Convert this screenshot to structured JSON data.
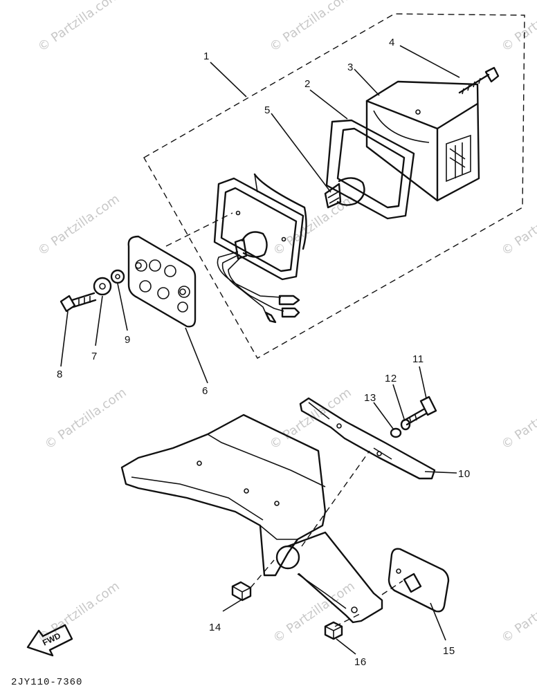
{
  "watermark": "© Partzilla.com",
  "diagram_code": "2JY110-7360",
  "fwd_label": "FWD",
  "labels": {
    "p1": "1",
    "p2": "2",
    "p3": "3",
    "p4": "4",
    "p5": "5",
    "p6": "6",
    "p7": "7",
    "p8": "8",
    "p9": "9",
    "p10": "10",
    "p11": "11",
    "p12": "12",
    "p13": "13",
    "p14": "14",
    "p15": "15",
    "p16": "16"
  }
}
